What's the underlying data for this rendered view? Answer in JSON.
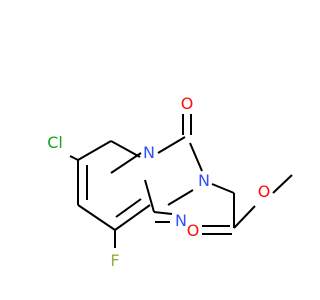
{
  "molecule": {
    "atoms": [
      {
        "id": "O_ketone",
        "label": "O",
        "color": "#ff0d0d"
      },
      {
        "id": "N_bridge",
        "label": "N",
        "color": "#3050f8"
      },
      {
        "id": "N_2",
        "label": "N",
        "color": "#3050f8"
      },
      {
        "id": "N_1",
        "label": "N",
        "color": "#3050f8"
      },
      {
        "id": "Cl",
        "label": "Cl",
        "color": "#1fa01f"
      },
      {
        "id": "F",
        "label": "F",
        "color": "#90b040"
      },
      {
        "id": "O_carbonyl",
        "label": "O",
        "color": "#ff0d0d"
      },
      {
        "id": "O_ester",
        "label": "O",
        "color": "#ff0d0d"
      }
    ]
  }
}
